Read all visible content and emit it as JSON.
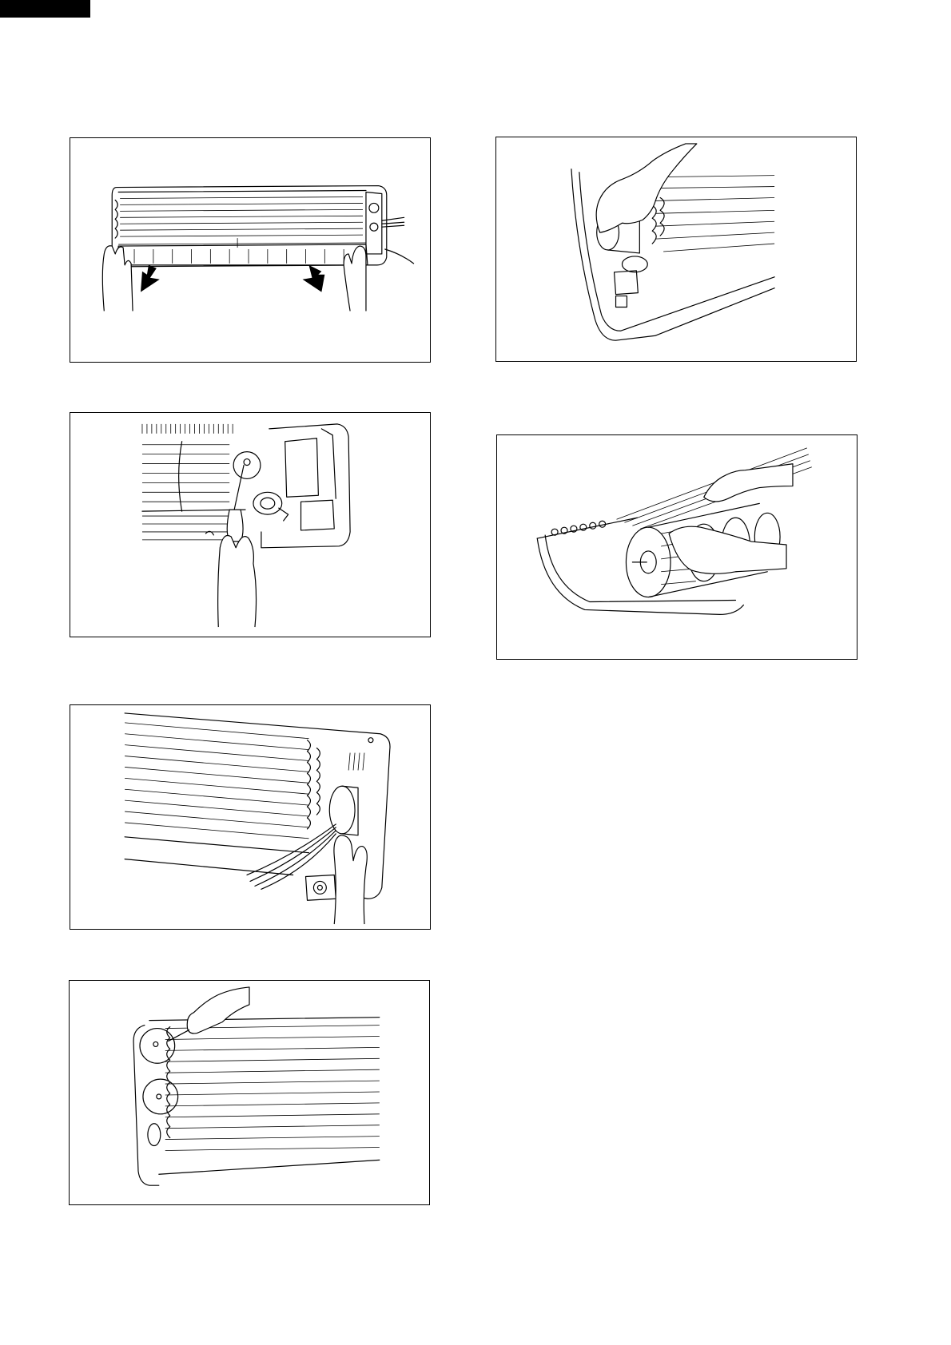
{
  "page": {
    "header_tab_color": "#000000",
    "figures": [
      {
        "id": "fig1",
        "subject": "front-panel-pull-down"
      },
      {
        "id": "fig2",
        "subject": "screwdriver-remove-screw"
      },
      {
        "id": "fig3",
        "subject": "evaporator-with-wires"
      },
      {
        "id": "fig4",
        "subject": "evaporator-screws-circled"
      },
      {
        "id": "fig5",
        "subject": "lift-evaporator"
      },
      {
        "id": "fig6",
        "subject": "remove-cross-flow-fan"
      }
    ]
  }
}
